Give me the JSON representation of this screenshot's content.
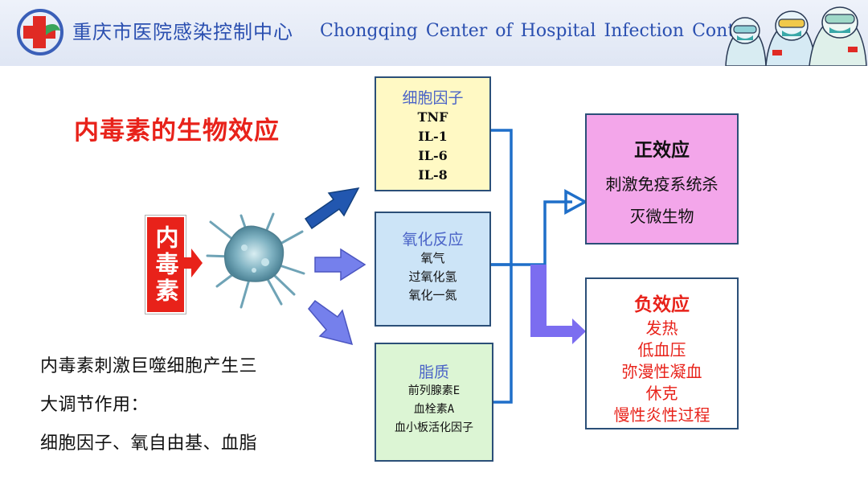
{
  "header": {
    "title_cn": "重庆市医院感染控制中心",
    "title_en": "Chongqing  Center of  Hospital Infection  Control"
  },
  "slide": {
    "main_title": "内毒素的生物效应",
    "endotoxin_label": "内毒素"
  },
  "boxes": {
    "cytokines": {
      "title": "细胞因子",
      "items": [
        "TNF",
        "IL-1",
        "IL-6",
        "IL-8"
      ]
    },
    "oxidation": {
      "title": "氧化反应",
      "items": [
        "氧气",
        "过氧化氢",
        "氧化一氮"
      ]
    },
    "lipids": {
      "title": "脂质",
      "items": [
        "前列腺素E",
        "血栓素A",
        "血小板活化因子"
      ]
    },
    "positive": {
      "title": "正效应",
      "items": [
        "刺激免疫系统杀",
        "灭微生物"
      ]
    },
    "negative": {
      "title": "负效应",
      "items": [
        "发热",
        "低血压",
        "弥漫性凝血",
        "休克",
        "慢性炎性过程"
      ]
    }
  },
  "description": [
    "内毒素刺激巨噬细胞产生三",
    "大调节作用：",
    "细胞因子、氧自由基、血脂"
  ],
  "colors": {
    "accent_red": "#e8221a",
    "header_blue": "#2a4fb0",
    "connector_blue": "#1f6fc9",
    "arrow_blue": "#6a76e6"
  },
  "icons": [
    "hospital-logo-icon",
    "macrophage-image",
    "medical-staff-illustration"
  ]
}
